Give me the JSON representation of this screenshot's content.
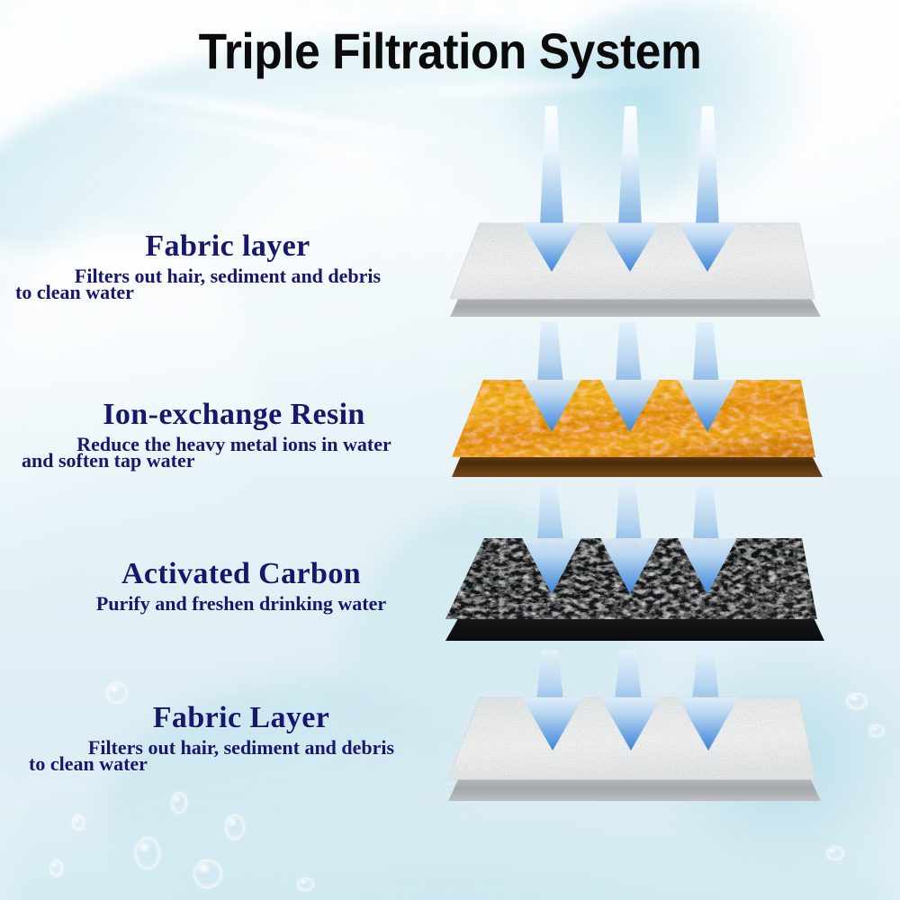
{
  "title": "Triple Filtration System",
  "palette": {
    "title_color": "#0b0b0b",
    "heading_color": "#17176e",
    "arrow_blue": "#4e93dd",
    "resin_amber": "#e8960c",
    "carbon_black": "#121212",
    "fabric_white": "#eceff0",
    "background": "#e9f4f8"
  },
  "layers": [
    {
      "id": "fabric-top",
      "heading": "Fabric layer",
      "desc_line1": "Filters out hair, sediment and debris",
      "desc_line2": "to clean water",
      "material": "fabric",
      "arrow_count": 3
    },
    {
      "id": "ion-exchange-resin",
      "heading": "Ion-exchange Resin",
      "desc_line1": "Reduce the heavy metal ions in water",
      "desc_line2": "and soften tap water",
      "material": "resin",
      "arrow_count": 3
    },
    {
      "id": "activated-carbon",
      "heading": "Activated Carbon",
      "desc_line1": "Purify and freshen drinking water",
      "desc_line2": "",
      "material": "carbon",
      "arrow_count": 3
    },
    {
      "id": "fabric-bottom",
      "heading": "Fabric Layer",
      "desc_line1": "Filters out hair, sediment and debris",
      "desc_line2": "to clean water",
      "material": "fabric",
      "arrow_count": 3
    }
  ],
  "icons": {
    "arrow": "down-arrow-icon",
    "droplet": "water-droplet-icon"
  }
}
